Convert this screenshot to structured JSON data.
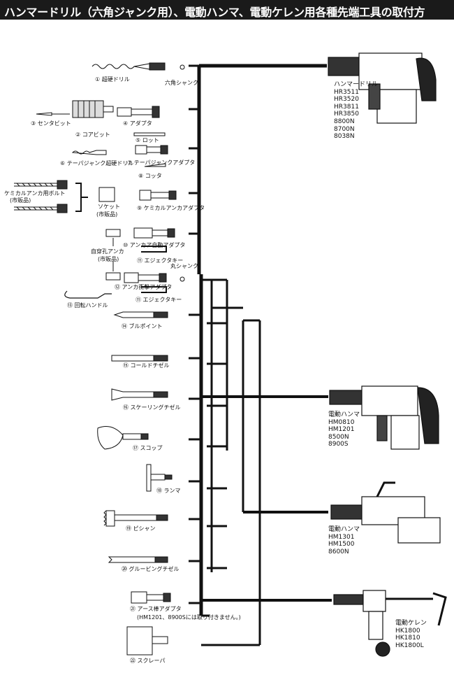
{
  "title": "ハンマードリル（六角ジャンク用）、電動ハンマ、電動ケレン用各種先端工具の取付方",
  "shank_labels": {
    "hex": "六角シャンク",
    "round": "丸シャンク"
  },
  "tools": [
    {
      "label": "① 超硬ドリル"
    },
    {
      "label": "② コアビット"
    },
    {
      "label": "③ センタビット"
    },
    {
      "label": "④ アダプタ"
    },
    {
      "label": "⑤ ロット"
    },
    {
      "label": "⑥ テーパジャンク超硬ドリル"
    },
    {
      "label": "⑦ テーパジャンクアダプタ"
    },
    {
      "label": "⑧ コッタ"
    },
    {
      "label": "ケミカルアンカ用ボルト"
    },
    {
      "label": "(市販品)"
    },
    {
      "label": "ソケット"
    },
    {
      "label": "(市販品)"
    },
    {
      "label": "⑨ ケミカルアンカアダプタ"
    },
    {
      "label": "自穿孔アンカ"
    },
    {
      "label": "(市販品)"
    },
    {
      "label": "⑩ アンカア自動アダプタ"
    },
    {
      "label": "⑪ エジェクタキー"
    },
    {
      "label": "⑫ アンカ衝撃アダプタ"
    },
    {
      "label": "⑪ エジェクタキー"
    },
    {
      "label": "⑬ 回転ハンドル"
    },
    {
      "label": "⑭ ブルポイント"
    },
    {
      "label": "⑮ コールドチゼル"
    },
    {
      "label": "⑯ スケーリングチゼル"
    },
    {
      "label": "⑰ スコップ"
    },
    {
      "label": "⑱ ランマ"
    },
    {
      "label": "⑲ ピシャン"
    },
    {
      "label": "⑳ グルービングチゼル"
    },
    {
      "label": "㉑ アース棒アダプタ"
    },
    {
      "label": "(HM1201、8900Sには取り付きません。)"
    },
    {
      "label": "㉒ スクレーパ"
    }
  ],
  "machines": [
    {
      "name": "ハンマードリル",
      "models": [
        "HR3511",
        "HR3520",
        "HR3811",
        "HR3850",
        "8800N",
        "8700N",
        "8038N"
      ]
    },
    {
      "name": "電動ハンマ",
      "models": [
        "HM0810",
        "HM1201",
        "8500N",
        "8900S"
      ]
    },
    {
      "name": "電動ハンマ",
      "models": [
        "HM1301",
        "HM1500",
        "8600N"
      ]
    },
    {
      "name": "電動ケレン",
      "models": [
        "HK1800",
        "HK1810",
        "HK1800L"
      ]
    }
  ]
}
